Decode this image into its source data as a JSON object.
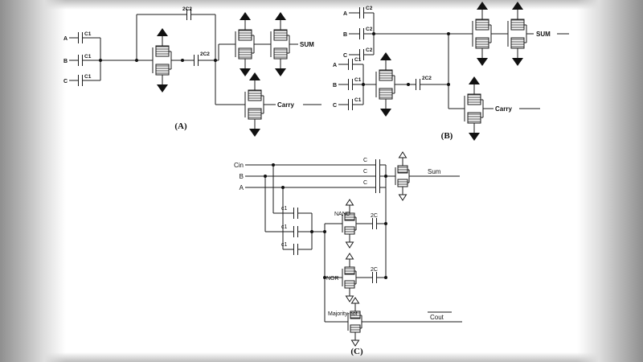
{
  "figure": {
    "caption_a": "(A)",
    "caption_b": "(B)",
    "caption_c": "(C)"
  },
  "colors": {
    "ink": "#1a1a1a",
    "backdrop_edge": "#8f8f8f",
    "canvas": "#ffffff"
  },
  "circuit_a": {
    "inputs": [
      "A",
      "B",
      "C"
    ],
    "input_caps": [
      "C1",
      "C1",
      "C1"
    ],
    "top_cap": "2C2",
    "mid_cap": "2C2",
    "sum": "SUM",
    "carry": "Carry"
  },
  "circuit_b": {
    "sum_inputs": [
      "A",
      "B",
      "C"
    ],
    "sum_caps": [
      "C2",
      "C2",
      "C2"
    ],
    "carry_inputs": [
      "A",
      "B",
      "C"
    ],
    "carry_caps": [
      "C1",
      "C1",
      "C1"
    ],
    "mid_cap": "2C2",
    "sum": "SUM",
    "carry": "Carry"
  },
  "circuit_c": {
    "inputs": [
      "Cin",
      "B",
      "A"
    ],
    "sum_caps": [
      "C",
      "C",
      "C"
    ],
    "input_caps": [
      "c1",
      "c1",
      "c1"
    ],
    "nand": "NAND",
    "nand_cap": "2C",
    "nor": "NOR",
    "nor_cap": "2C",
    "majority": "Majority-not",
    "sum": "Sum",
    "cout": "Cout"
  }
}
